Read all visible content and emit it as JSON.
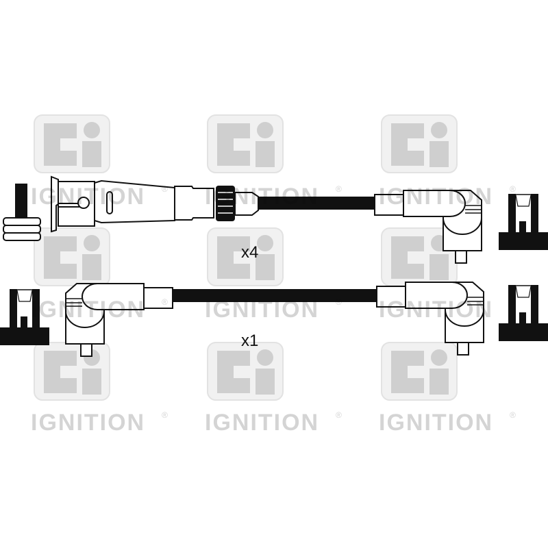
{
  "watermark": {
    "brand_letters": "ci",
    "text": "IGNITION",
    "registered": "®"
  },
  "labels": {
    "lead_set_a_qty": "x4",
    "lead_set_b_qty": "x1"
  },
  "colors": {
    "watermark": "#d4d4d4",
    "line": "#111111"
  }
}
